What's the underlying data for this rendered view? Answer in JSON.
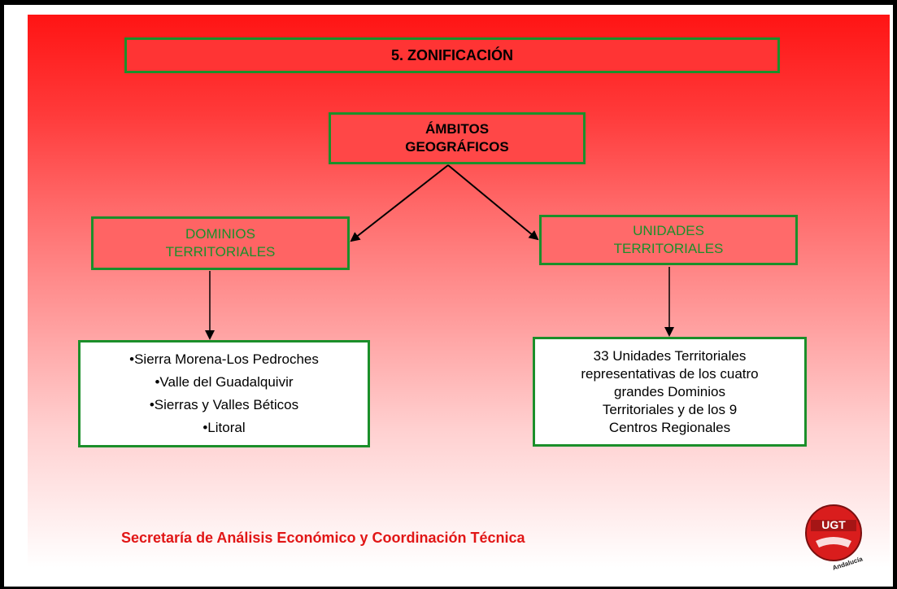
{
  "title": "5. ZONIFICACIÓN",
  "root": {
    "label": "ÁMBITOS\nGEOGRÁFICOS"
  },
  "left_branch": {
    "label": "DOMINIOS\nTERRITORIALES",
    "items": [
      "•Sierra Morena-Los Pedroches",
      "•Valle del Guadalquivir",
      "•Sierras y Valles Béticos",
      "•Litoral"
    ]
  },
  "right_branch": {
    "label": "UNIDADES\nTERRITORIALES",
    "description": "33 Unidades Territoriales\nrepresentativas de los cuatro\ngrandes Dominios\nTerritoriales y de los 9\nCentros Regionales"
  },
  "footer": "Secretaría de Análisis Económico y Coordinación Técnica",
  "logo": {
    "text": "UGT",
    "subtext": "Andalucía",
    "icon": "ugt-logo-icon"
  },
  "colors": {
    "box_border": "#1b8f2a",
    "green_text": "#1b8f2a",
    "footer_text": "#e11616",
    "top_red": "#ff1414"
  }
}
